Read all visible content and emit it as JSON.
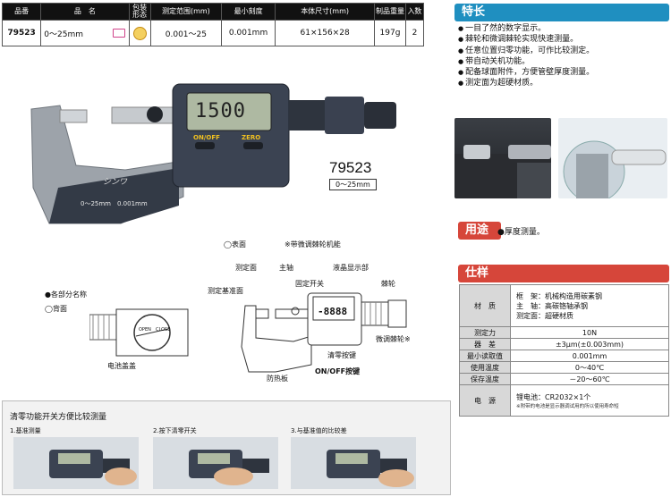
{
  "spec_table": {
    "headers": [
      "品番",
      "品　名",
      "包装形态",
      "测定范围(mm)",
      "最小刻度",
      "本体尺寸(mm)",
      "制品重量",
      "入数"
    ],
    "row": {
      "code": "79523",
      "name": "0～25mm",
      "range": "0.001～25",
      "min": "0.001mm",
      "size": "61×156×28",
      "weight": "197g",
      "qty": "2"
    }
  },
  "features": {
    "title": "特长",
    "items": [
      "一目了然的数字显示。",
      "棘轮和微调棘轮实现快速测量。",
      "任意位置归零功能，可作比较测定。",
      "带自动关机功能。",
      "配备球面附件，方便管壁厚度测量。",
      "测定面为超硬材质。"
    ]
  },
  "product": {
    "model": "79523",
    "range": "0～25mm",
    "display": "1500",
    "on_off": "ON/OFF",
    "zero": "ZERO",
    "body_text": "0～25mm　0.001mm",
    "brand": "シンワ"
  },
  "usage": {
    "title": "用途",
    "text": "●厚度测量。"
  },
  "diagram": {
    "front_label": "◯表面",
    "ratchet_note": "※带微调棘轮机能",
    "parts_title": "●各部分名称",
    "back_label": "◯背面",
    "back_cover": "电池盖盖",
    "back_open": "OPEN",
    "back_close": "CLOSE",
    "labels": {
      "measure_face": "测定面",
      "spindle": "主轴",
      "lcd": "液晶显示部",
      "ref_face": "测定基准面",
      "lock": "固定开关",
      "ratchet": "棘轮",
      "fine_ratchet": "微调棘轮※",
      "clear": "清零按键",
      "onoff": "ON/OFF按键",
      "heat": "防热板"
    },
    "lcd_value": "-8888"
  },
  "specs": {
    "title": "仕样",
    "material_key": "材　质",
    "material_lines": [
      "框　架：机械构造用碳素钢",
      "主　轴：高碳铬轴承钢",
      "测定面：超硬材质"
    ],
    "rows": [
      {
        "k": "测定力",
        "v": "10N"
      },
      {
        "k": "器　差",
        "v": "±3μm(±0.003mm)"
      },
      {
        "k": "最小读取值",
        "v": "0.001mm"
      },
      {
        "k": "使用温度",
        "v": "0～40℃"
      },
      {
        "k": "保存温度",
        "v": "－20～60℃"
      }
    ],
    "power_key": "电　源",
    "power_value": "锂电池：CR2032×1个",
    "power_note": "※附带的电池是显示器调试用的所以使用寿命短"
  },
  "bottom": {
    "title": "清零功能开关方便比较测量",
    "steps": [
      "1.基准测量",
      "2.按下清零开关",
      "3.与基准值的比较差"
    ]
  },
  "colors": {
    "teal": "#1f8fc0",
    "red": "#d6463a",
    "body": "#3a4250",
    "frame": "#a7adb4"
  }
}
